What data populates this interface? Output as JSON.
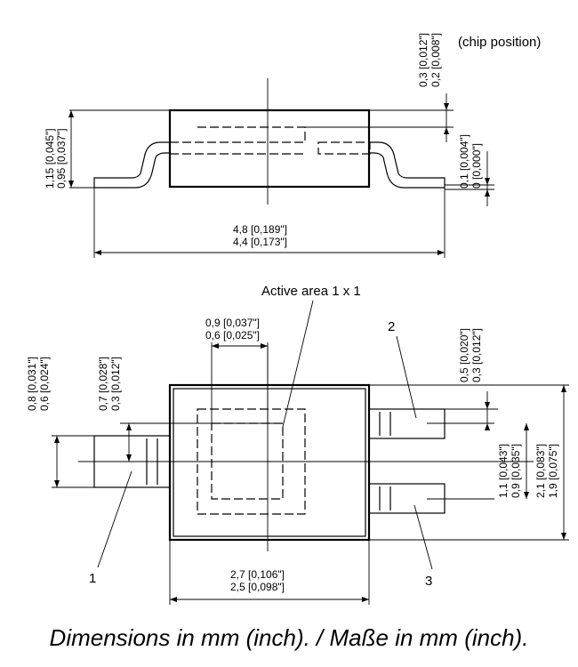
{
  "labels": {
    "chip_position": "(chip position)",
    "active_area": "Active area 1 x 1",
    "pin_1": "1",
    "pin_2": "2",
    "pin_3": "3"
  },
  "dimensions": {
    "top_width": {
      "max": "4,8 [0,189\"]",
      "min": "4,4 [0,173\"]"
    },
    "top_height": {
      "max": "1,15 [0,045\"]",
      "min": "0,95 [0,037\"]"
    },
    "chip_pos": {
      "max": "0,3 [0,012\"]",
      "min": "0,2 [0,008\"]"
    },
    "standoff": {
      "max": "0,1 [0,004\"]",
      "min": "0 [0,000\"]"
    },
    "active_off": {
      "max": "0,9 [0,037\"]",
      "min": "0,6 [0,025\"]"
    },
    "lead1_w": {
      "max": "0,8 [0,031\"]",
      "min": "0,6 [0,024\"]"
    },
    "lead_off": {
      "max": "0,7 [0,028\"]",
      "min": "0,3 [0,012\"]"
    },
    "pin2_off": {
      "max": "0,5 [0,020\"]",
      "min": "0,3 [0,012\"]"
    },
    "pitch": {
      "max": "1,1 [0,043\"]",
      "min": "0,9 [0,035\"]"
    },
    "body_h": {
      "max": "2,1 [0,083\"]",
      "min": "1,9 [0,075\"]"
    },
    "body_w": {
      "max": "2,7 [0,106\"]",
      "min": "2,5 [0,098\"]"
    }
  },
  "caption": "Dimensions in mm (inch).  /  Maße in mm (inch)."
}
